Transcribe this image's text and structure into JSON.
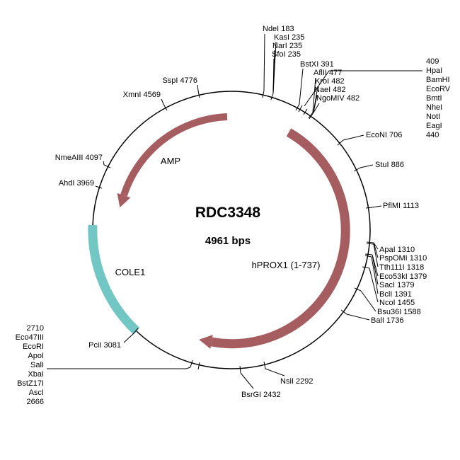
{
  "plasmid": {
    "name": "RDC3348",
    "size": "4961 bps",
    "features": {
      "amp": {
        "label": "AMP",
        "color": "#a65d60"
      },
      "cole1": {
        "label": "COLE1",
        "color": "#72c6c3"
      },
      "hprox1": {
        "label": "hPROX1 (1-737)",
        "color": "#a65d60"
      }
    },
    "sites": [
      "NdeI 183",
      "KasI 235",
      "NarI 235",
      "SfoI 235",
      "BstXI 391",
      "AflII 477",
      "KroI 482",
      "NaeI 482",
      "NgoMIV 482",
      "EcoNI 706",
      "StuI 886",
      "PflMI 1113",
      "ApaI 1310",
      "PspOMI 1310",
      "Tth111I 1318",
      "Eco53kI 1379",
      "SacI 1379",
      "BclI 1391",
      "NcoI 1455",
      "Bsu36I 1588",
      "BalI 1736",
      "NsiI 2292",
      "BsrGI 2432",
      "PciI 3081",
      "AhdI 3969",
      "NmeAIII 4097",
      "XmnI 4569",
      "SspI 4776"
    ],
    "mcs_top_right": [
      "409",
      "HpaI",
      "BamHI",
      "EcoRV",
      "BmtI",
      "NheI",
      "NotI",
      "EagI",
      "440"
    ],
    "mcs_bottom_left": [
      "2710",
      "Eco47III",
      "EcoRI",
      "ApoI",
      "SalI",
      "XbaI",
      "BstZ17I",
      "AscI",
      "2666"
    ]
  }
}
